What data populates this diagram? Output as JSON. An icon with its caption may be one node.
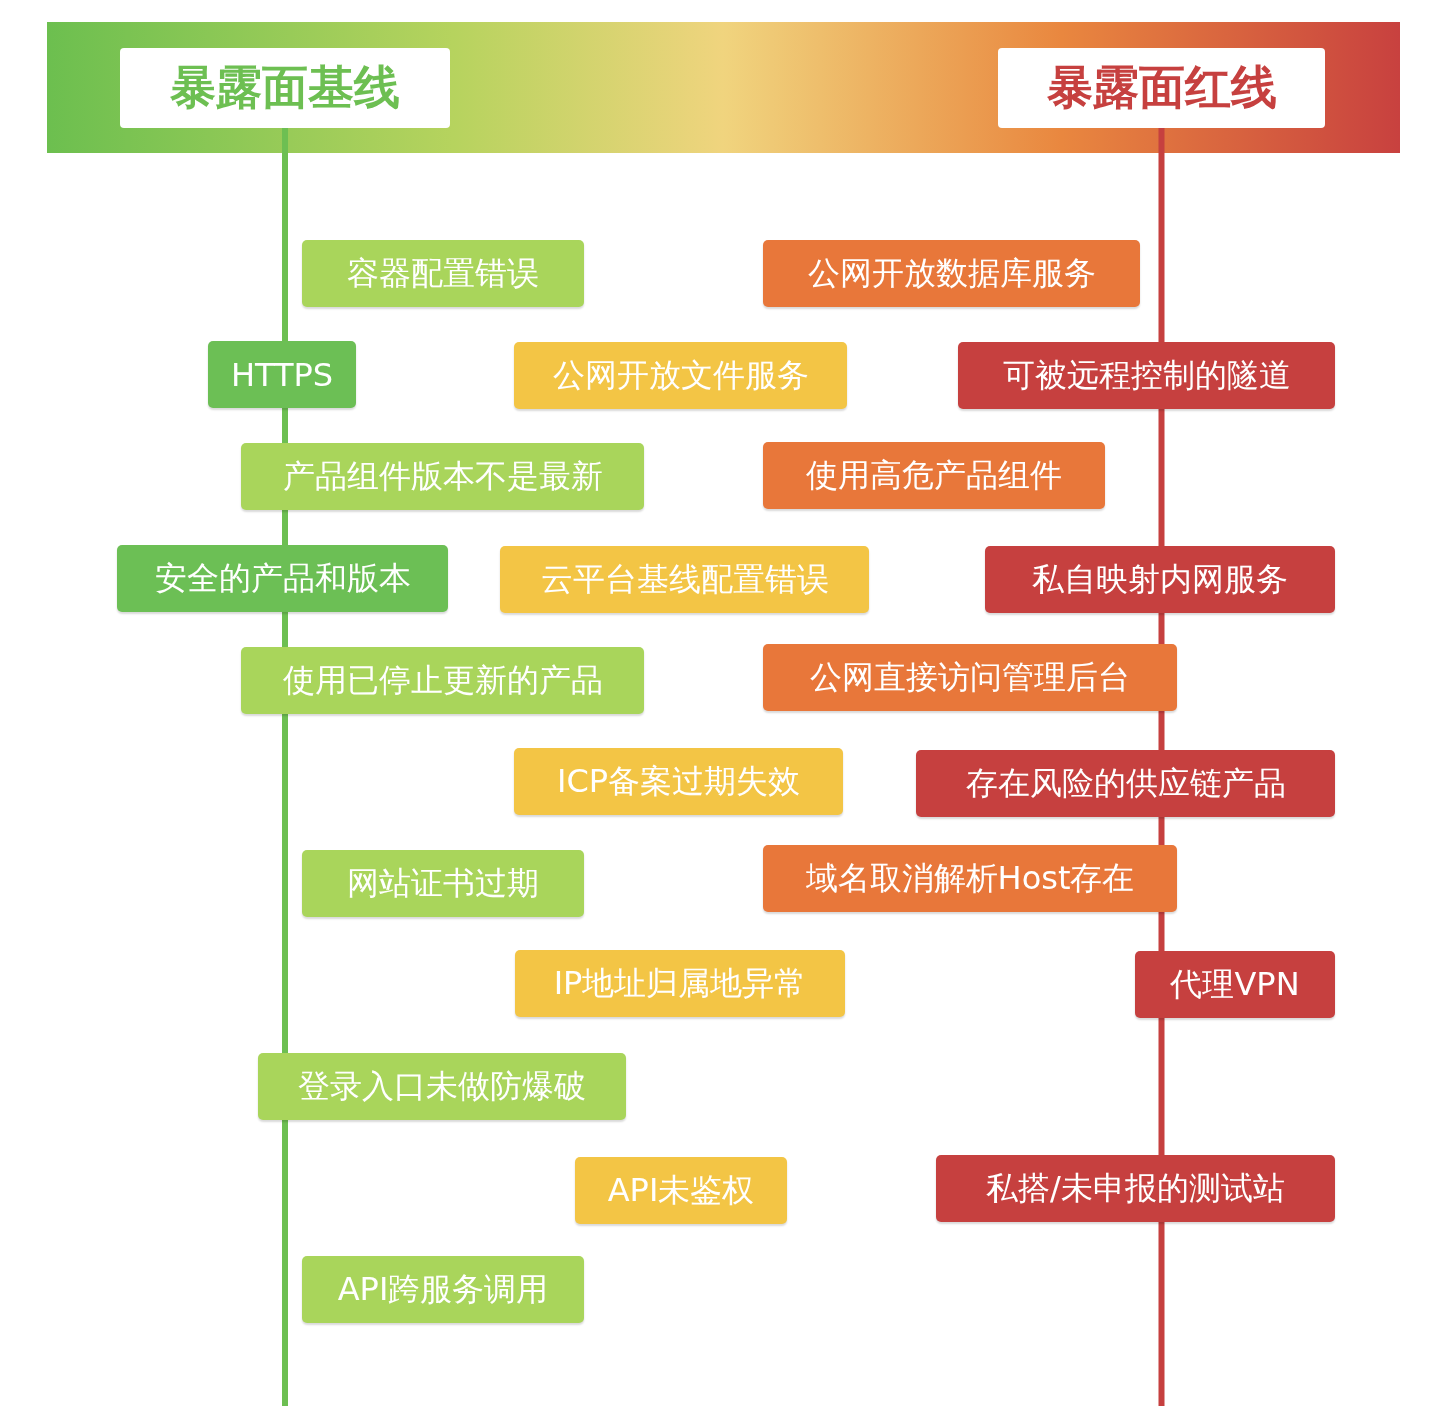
{
  "diagram": {
    "nodes": [
      {
        "text": [
          "暴露面基线"
        ]
      },
      {
        "text": [
          "暴露面红线"
        ]
      },
      {
        "text": [
          "容器配置错误"
        ]
      },
      {
        "text": [
          "公网开放数据库服务"
        ]
      },
      {
        "text": [
          "HTTPS"
        ]
      },
      {
        "text": [
          "公网开放文件服务"
        ]
      },
      {
        "text": [
          "可被远程控制的隧道"
        ]
      },
      {
        "text": [
          "产品组件版本不是最新"
        ]
      },
      {
        "text": [
          "使用高危产品组件"
        ]
      },
      {
        "text": [
          "安全的产品和版本"
        ]
      },
      {
        "text": [
          "云平台基线配置错误"
        ]
      },
      {
        "text": [
          "私自映射内网服务"
        ]
      },
      {
        "text": [
          "使用已停止更新的产品"
        ]
      },
      {
        "text": [
          "公网直接访问管理后台"
        ]
      },
      {
        "text": [
          "ICP备案过期失效"
        ]
      },
      {
        "text": [
          "存在风险的供应链产品"
        ]
      },
      {
        "text": [
          "网站证书过期"
        ]
      },
      {
        "text": [
          "域名取消解析Host存在"
        ]
      },
      {
        "text": [
          "IP地址归属地异常"
        ]
      },
      {
        "text": [
          "代理VPN"
        ]
      },
      {
        "text": [
          "登录入口未做防爆破"
        ]
      },
      {
        "text": [
          "API未鉴权"
        ]
      },
      {
        "text": [
          "私搭/未申报的测试站"
        ]
      },
      {
        "text": [
          "API跨服务调用"
        ]
      }
    ],
    "edges": [
      {
        "from": 0,
        "to": null,
        "arrow": "none",
        "color": "#6dbf52"
      },
      {
        "from": 1,
        "to": null,
        "arrow": "none",
        "color": "#c6403f"
      }
    ]
  }
}
